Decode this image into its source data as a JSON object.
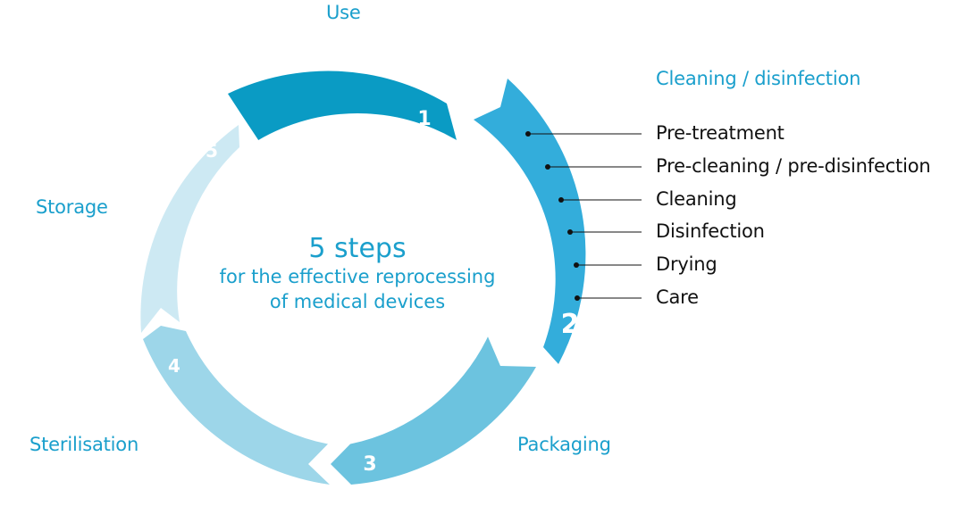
{
  "center": {
    "title": "5 steps",
    "subtitle_line1": "for the effective reprocessing",
    "subtitle_line2": "of medical devices"
  },
  "steps": [
    {
      "number": "1",
      "label": "Use",
      "color": "#0a9bc4"
    },
    {
      "number": "2",
      "label": "Cleaning / disinfection",
      "color": "#33addb"
    },
    {
      "number": "3",
      "label": "Packaging",
      "color": "#6cc3df"
    },
    {
      "number": "4",
      "label": "Sterilisation",
      "color": "#9dd6e9"
    },
    {
      "number": "5",
      "label": "Storage",
      "color": "#cde9f3"
    }
  ],
  "substeps": [
    "Pre-treatment",
    "Pre-cleaning / pre-disinfection",
    "Cleaning",
    "Disinfection",
    "Drying",
    "Care"
  ],
  "colors": {
    "label": "#1a9fcc",
    "substep_text": "#111111",
    "leader_line": "#111111"
  }
}
